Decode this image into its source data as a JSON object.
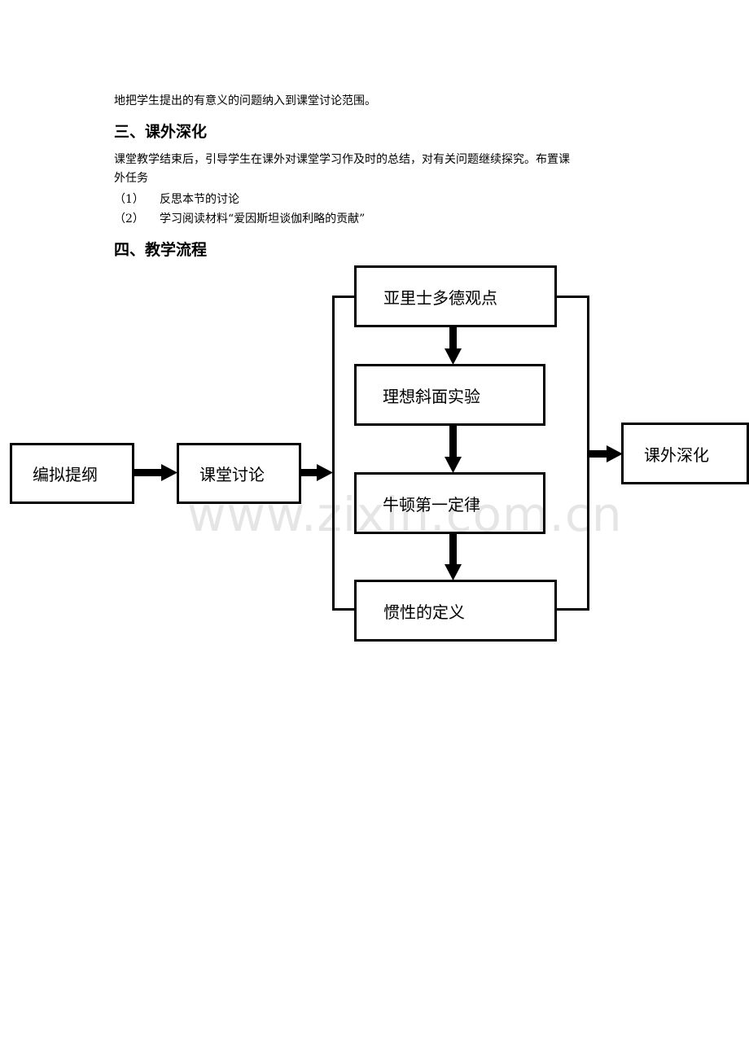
{
  "document": {
    "continued_paragraph": "地把学生提出的有意义的问题纳入到课堂讨论范围。",
    "section3": {
      "heading": "三、课外深化",
      "paragraph_line1": "课堂教学结束后，引导学生在课外对课堂学习作及时的总结，对有关问题继续探究。布置课",
      "paragraph_line2": "外任务",
      "tasks": [
        {
          "num": "（1）",
          "text": "反思本节的讨论"
        },
        {
          "num": "（2）",
          "text": "学习阅读材料“爱因斯坦谈伽利略的贡献”"
        }
      ]
    },
    "section4": {
      "heading": "四、教学流程"
    }
  },
  "flowchart": {
    "nodes": {
      "outline": "编拟提纲",
      "discussion": "课堂讨论",
      "aristotle": "亚里士多德观点",
      "ideal_slope": "理想斜面实验",
      "newton_first": "牛顿第一定律",
      "inertia_def": "惯性的定义",
      "extension": "课外深化"
    }
  },
  "watermark": "www.zixin.com.cn"
}
